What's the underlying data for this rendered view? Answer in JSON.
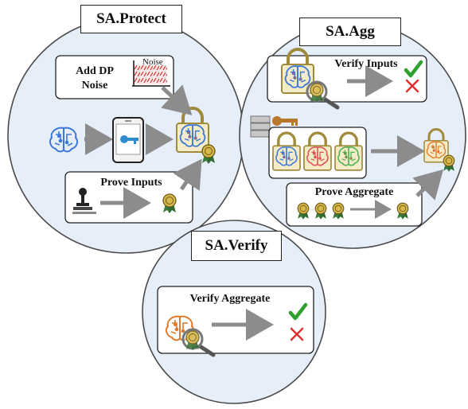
{
  "protect": {
    "title": "SA.Protect",
    "dp_label_line1": "Add DP",
    "dp_label_line2": "Noise",
    "noise_label": "Noise",
    "prove_inputs_label": "Prove Inputs"
  },
  "agg": {
    "title": "SA.Agg",
    "verify_inputs_label": "Verify Inputs",
    "prove_aggregate_label": "Prove Aggregate"
  },
  "verify": {
    "title": "SA.Verify",
    "verify_aggregate_label": "Verify Aggregate"
  },
  "colors": {
    "circle_fill": "#e6eef9",
    "circle_stroke": "#4a4a4a",
    "arrow": "#8c8c8c",
    "check": "#2ea02e",
    "cross": "#e03030",
    "brain_blue": "#3c78d8",
    "brain_orange": "#e07a2a",
    "brain_red": "#e05050",
    "brain_green": "#4caf50",
    "lock": "#b59b4a",
    "medal": "#c8a83c",
    "key": "#2f8bd0",
    "server_key": "#b8772a"
  }
}
